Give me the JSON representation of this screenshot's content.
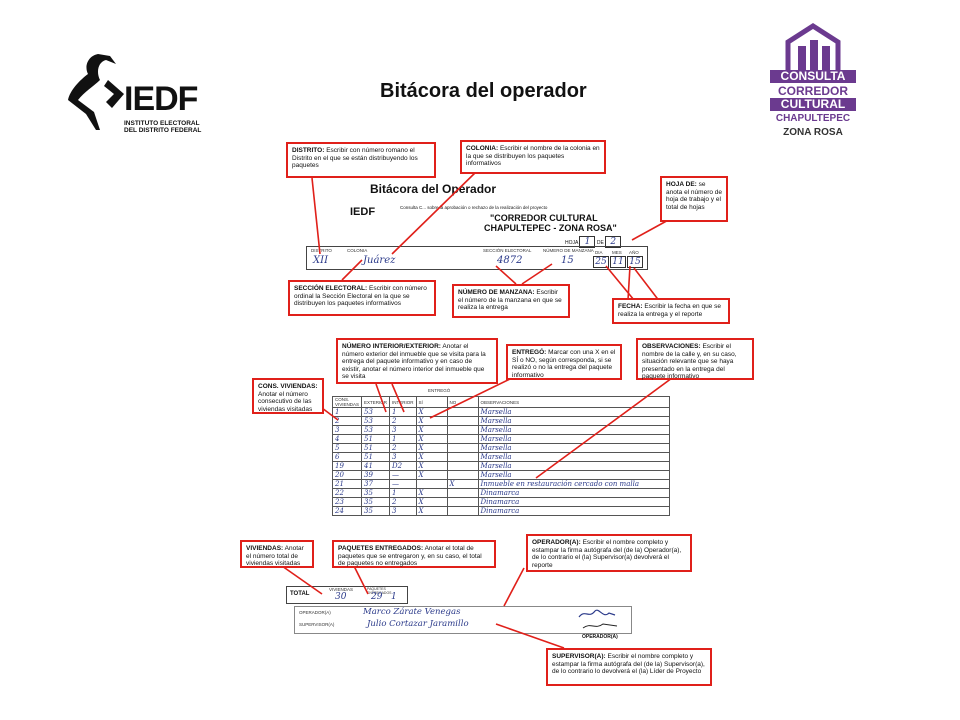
{
  "page": {
    "title": "Bitácora del operador"
  },
  "logo_left": {
    "name": "IEDF",
    "sub": [
      "INSTITUTO ELECTORAL",
      "DEL DISTRITO FEDERAL"
    ]
  },
  "logo_right": {
    "lines": [
      "CONSULTA",
      "CORREDOR",
      "CULTURAL",
      "CHAPULTEPEC",
      "ZONA ROSA"
    ]
  },
  "form": {
    "heading": "Bitácora del Operador",
    "iedf": "IEDF",
    "consulta_text": "Consulta C... sobre la aprobación o rechazo de la realización del proyecto",
    "project_lines": [
      "\"CORREDOR CULTURAL",
      "CHAPULTEPEC - ZONA ROSA\""
    ],
    "hoja_label": "HOJA",
    "de_label": "DE",
    "hoja": "1",
    "de": "2",
    "labels": {
      "distrito": "DISTRITO",
      "colonia": "COLONIA",
      "seccion": "SECCIÓN ELECTORAL",
      "manzana": "NÚMERO DE MANZANA",
      "dia": "DIA",
      "mes": "MES",
      "ano": "AÑO"
    },
    "distrito": "XII",
    "colonia": "Juárez",
    "seccion": "4872",
    "manzana": "15",
    "fecha": {
      "dia": "25",
      "mes": "11",
      "ano": "15"
    },
    "table_headers": {
      "cons": "CONS. VIVIENDAS",
      "exterior": "EXTERIOR",
      "interior": "INTERIOR",
      "entrego": "ENTREGÓ",
      "si": "SÍ",
      "no": "NO",
      "observaciones": "OBSERVACIONES"
    },
    "rows": [
      {
        "c": "1",
        "e": "53",
        "i": "1",
        "si": "X",
        "no": "",
        "o": "Marsella"
      },
      {
        "c": "2",
        "e": "53",
        "i": "2",
        "si": "X",
        "no": "",
        "o": "Marsella"
      },
      {
        "c": "3",
        "e": "53",
        "i": "3",
        "si": "X",
        "no": "",
        "o": "Marsella"
      },
      {
        "c": "4",
        "e": "51",
        "i": "1",
        "si": "X",
        "no": "",
        "o": "Marsella"
      },
      {
        "c": "5",
        "e": "51",
        "i": "2",
        "si": "X",
        "no": "",
        "o": "Marsella"
      },
      {
        "c": "6",
        "e": "51",
        "i": "3",
        "si": "X",
        "no": "",
        "o": "Marsella"
      },
      {
        "c": "19",
        "e": "41",
        "i": "D2",
        "si": "X",
        "no": "",
        "o": "Marsella"
      },
      {
        "c": "20",
        "e": "39",
        "i": "—",
        "si": "X",
        "no": "",
        "o": "Marsella"
      },
      {
        "c": "21",
        "e": "37",
        "i": "—",
        "si": "",
        "no": "X",
        "o": "Inmueble en restauración cercado con malla"
      },
      {
        "c": "22",
        "e": "35",
        "i": "1",
        "si": "X",
        "no": "",
        "o": "Dinamarca"
      },
      {
        "c": "23",
        "e": "35",
        "i": "2",
        "si": "X",
        "no": "",
        "o": "Dinamarca"
      },
      {
        "c": "24",
        "e": "35",
        "i": "3",
        "si": "X",
        "no": "",
        "o": "Dinamarca"
      }
    ],
    "total_label": "TOTAL",
    "viviendas_label": "VIVIENDAS",
    "paquetes_label": "PAQUETES ENTREGADOS",
    "total_viviendas": "30",
    "total_paquetes": "29",
    "total_no": "1",
    "operador_label": "OPERADOR(A)",
    "supervisor_label": "SUPERVISOR(A)",
    "operador": "Marco Zárate Venegas",
    "supervisor": "Julio Cortazar Jaramillo",
    "operador_footer": "OPERADOR(A)"
  },
  "callouts": {
    "distrito": {
      "t": "DISTRITO:",
      "d": "Escribir con número romano el Distrito en el que se están distribuyendo los paquetes"
    },
    "colonia": {
      "t": "COLONIA:",
      "d": "Escribir el nombre de la colonia en la que se distribuyen los paquetes informativos"
    },
    "hoja": {
      "t": "HOJA DE:",
      "d": "se anota el número de hoja de trabajo y el total de hojas"
    },
    "seccion": {
      "t": "SECCIÓN ELECTORAL:",
      "d": "Escribir con número ordinal la Sección Electoral en la que se distribuyen los paquetes informativos"
    },
    "manzana": {
      "t": "NÚMERO DE MANZANA:",
      "d": "Escribir el número de la manzana en que se realiza la entrega"
    },
    "fecha": {
      "t": "FECHA:",
      "d": "Escribir la fecha en que se realiza la entrega y el reporte"
    },
    "numero": {
      "t": "NÚMERO INTERIOR/EXTERIOR:",
      "d": "Anotar el número exterior del inmueble que se visita para la entrega del paquete informativo y en caso de existir, anotar el número interior del inmueble que se visita"
    },
    "entrego": {
      "t": "ENTREGÓ:",
      "d": "Marcar con una X en el SÍ o NO, según corresponda, si se realizó o no la entrega del paquete informativo"
    },
    "observaciones": {
      "t": "OBSERVACIONES:",
      "d": "Escribir el nombre de la calle y, en su caso, situación relevante que se haya presentado en la entrega del paquete informativo"
    },
    "cons": {
      "t": "CONS. VIVIENDAS:",
      "d": "Anotar el número consecutivo de las viviendas visitadas"
    },
    "viviendas": {
      "t": "VIVIENDAS:",
      "d": "Anotar el número total de viviendas visitadas"
    },
    "paquetes": {
      "t": "PAQUETES ENTREGADOS:",
      "d": "Anotar el total de paquetes que se entregaron y, en su caso, el total de paquetes no entregados"
    },
    "operador": {
      "t": "OPERADOR(A):",
      "d": "Escribir el nombre completo y estampar la firma autógrafa del (de la) Operador(a), de lo contrario el (la) Supervisor(a) devolverá el reporte"
    },
    "supervisor": {
      "t": "SUPERVISOR(A):",
      "d": "Escribir el nombre completo y estampar la firma autógrafa del (de la) Supervisor(a), de lo contrario lo devolverá el (la) Líder de Proyecto"
    }
  },
  "colors": {
    "red": "#e0201a",
    "purple": "#6b3a8f",
    "ink": "#2b3a8a"
  }
}
